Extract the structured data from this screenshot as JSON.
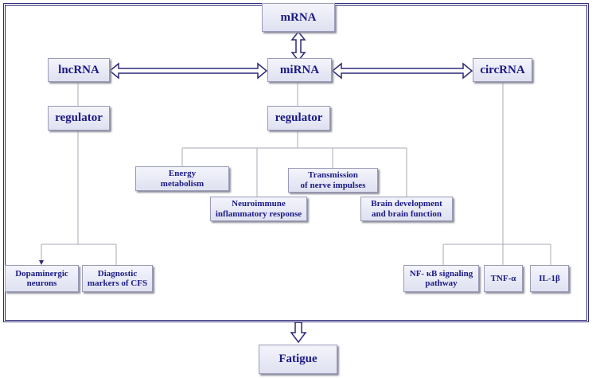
{
  "diagram": {
    "top": {
      "label": "mRNA"
    },
    "bottom": {
      "label": "Fatigue"
    },
    "row1": {
      "left": "lncRNA",
      "center": "miRNA",
      "right": "circRNA"
    },
    "regulators": {
      "left": "regulator",
      "center": "regulator"
    },
    "mirna_targets": [
      "Energy\nmetabolism",
      "Neuroimmune\ninflammatory response",
      "Transmission\nof nerve impulses",
      "Brain development\nand brain function"
    ],
    "lncrna_targets": [
      "Dopaminergic\nneurons",
      "Diagnostic\nmarkers of CFS"
    ],
    "circrna_targets": [
      "NF- κB signaling\npathway",
      "TNF-α",
      "IL-1β"
    ],
    "colors": {
      "text": "#1b1a86",
      "arrow": "#2e2a7a",
      "connector": "#a9a9b9",
      "box_fill": "#e6e7f4",
      "frame": "#2e2a7a"
    }
  }
}
